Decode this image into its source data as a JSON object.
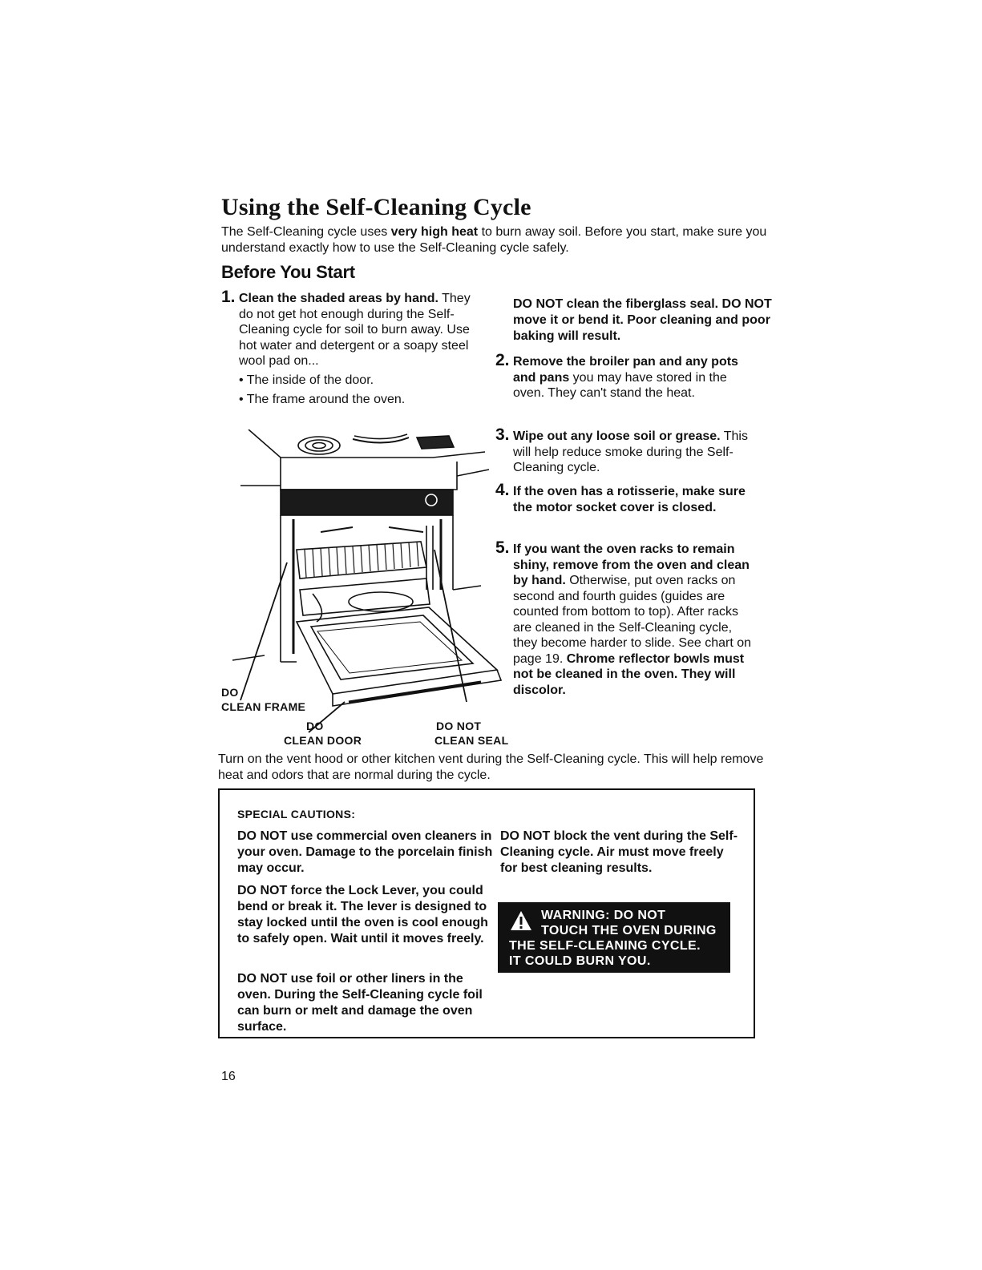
{
  "title": "Using the Self-Cleaning Cycle",
  "intro": {
    "before": "The Self-Cleaning cycle uses ",
    "bold": "very high heat",
    "after": " to burn away soil. Before you start, make sure you understand exactly how to use the Self-Cleaning cycle safely."
  },
  "subtitle": "Before You Start",
  "steps": {
    "s1": {
      "num": "1.",
      "bold": "Clean the shaded areas by hand.",
      "text": "They do not get hot enough during the Self-Cleaning cycle for soil to burn away. Use hot water and detergent or a soapy steel wool pad on...",
      "bullet1": "• The inside of the door.",
      "bullet2": "• The frame around the oven."
    },
    "seal_note": "DO NOT clean the fiberglass seal. DO NOT move it or bend it. Poor cleaning and poor baking will result.",
    "s2": {
      "num": "2.",
      "bold": "Remove the broiler pan and any pots and pans",
      "text": " you may have stored in the oven. They can't stand the heat."
    },
    "s3": {
      "num": "3.",
      "bold": "Wipe out any loose soil or grease.",
      "text": " This will help reduce smoke during the Self-Cleaning cycle."
    },
    "s4": {
      "num": "4.",
      "bold": "If the oven has a rotisserie, make sure the motor socket cover is closed."
    },
    "s5": {
      "num": "5.",
      "bold": "If you want the oven racks to remain shiny, remove from the oven and clean by hand.",
      "text": " Otherwise, put oven racks on second and fourth guides (guides are counted from bottom to top). After racks are cleaned in the Self-Cleaning cycle, they become harder to slide. See chart on page 19. ",
      "bold2": "Chrome reflector bowls must not be cleaned in the oven. They will discolor."
    }
  },
  "illustration": {
    "label_frame_1": "DO",
    "label_frame_2": "CLEAN FRAME",
    "label_door_1": "DO",
    "label_door_2": "CLEAN DOOR",
    "label_seal_1": "DO NOT",
    "label_seal_2": "CLEAN SEAL"
  },
  "closing": "Turn on the vent hood or other kitchen vent during the Self-Cleaning cycle. This will help remove heat and odors that are normal during the cycle.",
  "cautions": {
    "title": "SPECIAL CAUTIONS:",
    "c1": "DO NOT use commercial oven cleaners in your oven. Damage to the porcelain finish may occur.",
    "c2": "DO NOT force the Lock Lever, you could bend or break it. The lever is designed to stay locked until the oven is cool enough to safely open. Wait until it moves freely.",
    "c3": "DO NOT use foil or other liners in the oven. During the Self-Cleaning cycle foil can burn or melt and damage the oven surface.",
    "c4": "DO NOT block the vent during the Self-Cleaning cycle. Air must move freely for best cleaning results.",
    "warning": {
      "line1": "WARNING: DO NOT",
      "line2": "TOUCH THE OVEN DURING",
      "line3": "THE SELF-CLEANING CYCLE.",
      "line4": "IT COULD BURN YOU."
    }
  },
  "page_number": "16",
  "icons": {
    "warning": "warning-triangle-icon"
  }
}
